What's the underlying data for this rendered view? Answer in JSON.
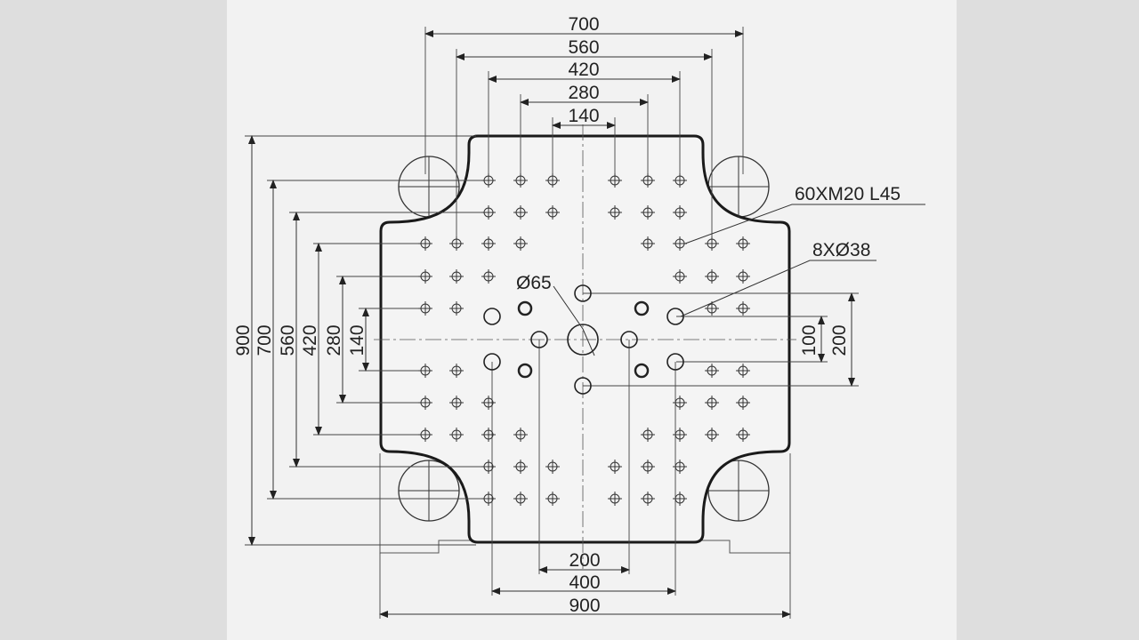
{
  "drawing": {
    "top_dims": [
      "700",
      "560",
      "420",
      "280",
      "140"
    ],
    "left_dims": [
      "900",
      "700",
      "560",
      "420",
      "280",
      "140"
    ],
    "right_dims": [
      "100",
      "200"
    ],
    "bottom_dims": [
      "200",
      "400",
      "900"
    ],
    "callouts": {
      "tapped_holes": "60XM20 L45",
      "ejector_holes": "8XØ38",
      "center_hole": "Ø65"
    },
    "colors": {
      "background": "#f2f2f2",
      "line": "#222222",
      "page": "#dedede"
    }
  }
}
